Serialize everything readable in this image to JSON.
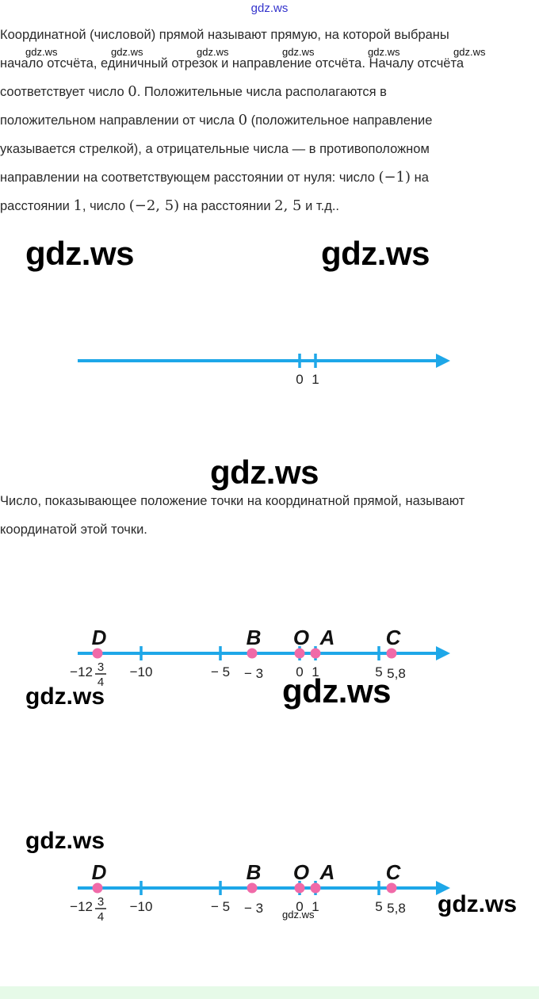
{
  "header": {
    "watermark": "gdz.ws"
  },
  "paragraph1": {
    "l1": "Координатной (числовой) прямой называют прямую, на которой выбраны",
    "l2": "начало отсчёта, единичный отрезок и направление отсчёта. Началу отсчёта",
    "l3a": "соответствует число ",
    "l3m": "0",
    "l3b": ". Положительные числа располагаются в",
    "l4a": "положительном направлении от числа ",
    "l4m": "0",
    "l4b": " (положительное направление",
    "l5": "указывается стрелкой), а отрицательные числа — в противоположном",
    "l6a": "направлении на соответствующем расстоянии от нуля: число ",
    "l6m": "(−1)",
    "l6b": " на",
    "l7a": "расстоянии ",
    "l7m1": "1",
    "l7b": ", число ",
    "l7m2": "(−2, 5)",
    "l7c": " на расстоянии ",
    "l7m3": "2, 5",
    "l7d": " и т.д.."
  },
  "paragraph2": {
    "l1": "Число, показывающее положение точки на координатной прямой, называют",
    "l2": "координатой этой точки."
  },
  "watermarks": {
    "text": "gdz.ws"
  },
  "colors": {
    "axis": "#1ea7e8",
    "point": "#f06aa8"
  },
  "number_lines": [
    {
      "ticks": [
        {
          "v": 0,
          "label": "0"
        },
        {
          "v": 1,
          "label": "1"
        }
      ],
      "points": []
    },
    {
      "ticks": [
        {
          "v": -10,
          "label": "−10"
        },
        {
          "v": -5,
          "label": "− 5"
        },
        {
          "v": 0,
          "label": "0"
        },
        {
          "v": 1,
          "label": "1"
        },
        {
          "v": 5,
          "label": "5"
        }
      ],
      "points": [
        {
          "name": "D",
          "v": -12.75,
          "label": "−12",
          "frac": [
            "3",
            "4"
          ]
        },
        {
          "name": "B",
          "v": -3,
          "label": "− 3"
        },
        {
          "name": "O",
          "v": 0
        },
        {
          "name": "A",
          "v": 1
        },
        {
          "name": "C",
          "v": 5.8,
          "label": "5,8"
        }
      ]
    },
    {
      "ticks": [
        {
          "v": -10,
          "label": "−10"
        },
        {
          "v": -5,
          "label": "− 5"
        },
        {
          "v": 0,
          "label": "0"
        },
        {
          "v": 1,
          "label": "1"
        },
        {
          "v": 5,
          "label": "5"
        }
      ],
      "points": [
        {
          "name": "D",
          "v": -12.75,
          "label": "−12",
          "frac": [
            "3",
            "4"
          ]
        },
        {
          "name": "B",
          "v": -3,
          "label": "− 3"
        },
        {
          "name": "O",
          "v": 0
        },
        {
          "name": "A",
          "v": 1
        },
        {
          "name": "C",
          "v": 5.8,
          "label": "5,8"
        }
      ]
    }
  ]
}
